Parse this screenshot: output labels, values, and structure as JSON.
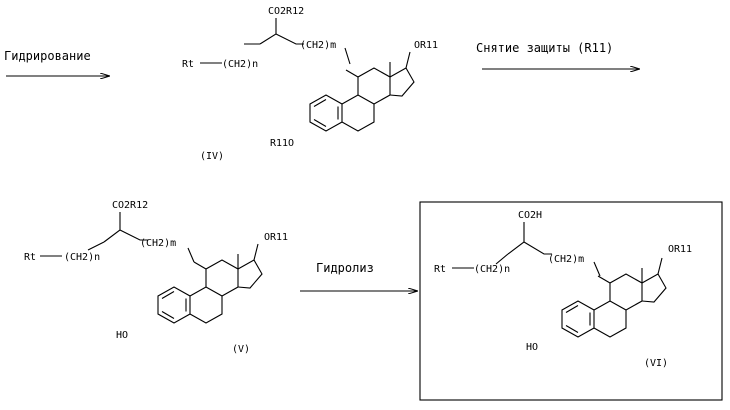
{
  "arrows": [
    {
      "label": "Гидрирование"
    },
    {
      "label": "Снятие защиты (R11)"
    },
    {
      "label": "Гидролиз"
    }
  ],
  "compounds": [
    {
      "id": "(IV)",
      "acid": "CO2R12",
      "chain_right": "(CH2)m",
      "chain_left": "(CH2)n",
      "rt": "Rt",
      "or17": "OR11",
      "or3": "R11O"
    },
    {
      "id": "(V)",
      "acid": "CO2R12",
      "chain_right": "(CH2)m",
      "chain_left": "(CH2)n",
      "rt": "Rt",
      "or17": "OR11",
      "or3": "HO"
    },
    {
      "id": "(VI)",
      "acid": "CO2H",
      "chain_right": "(CH2)m",
      "chain_left": "(CH2)n",
      "rt": "Rt",
      "or17": "OR11",
      "or3": "HO"
    }
  ]
}
